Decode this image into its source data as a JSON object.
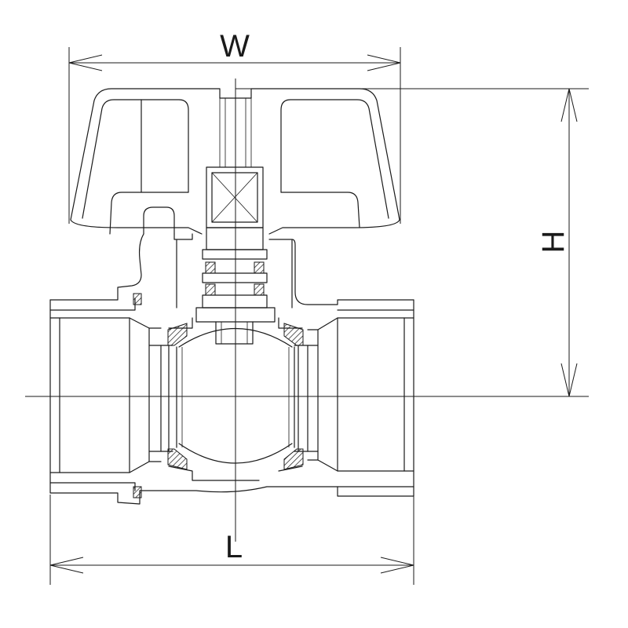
{
  "dimensions": {
    "width_label": "W",
    "height_label": "H",
    "length_label": "L"
  },
  "colors": {
    "line": "#1a1a1a",
    "background": "#ffffff"
  }
}
